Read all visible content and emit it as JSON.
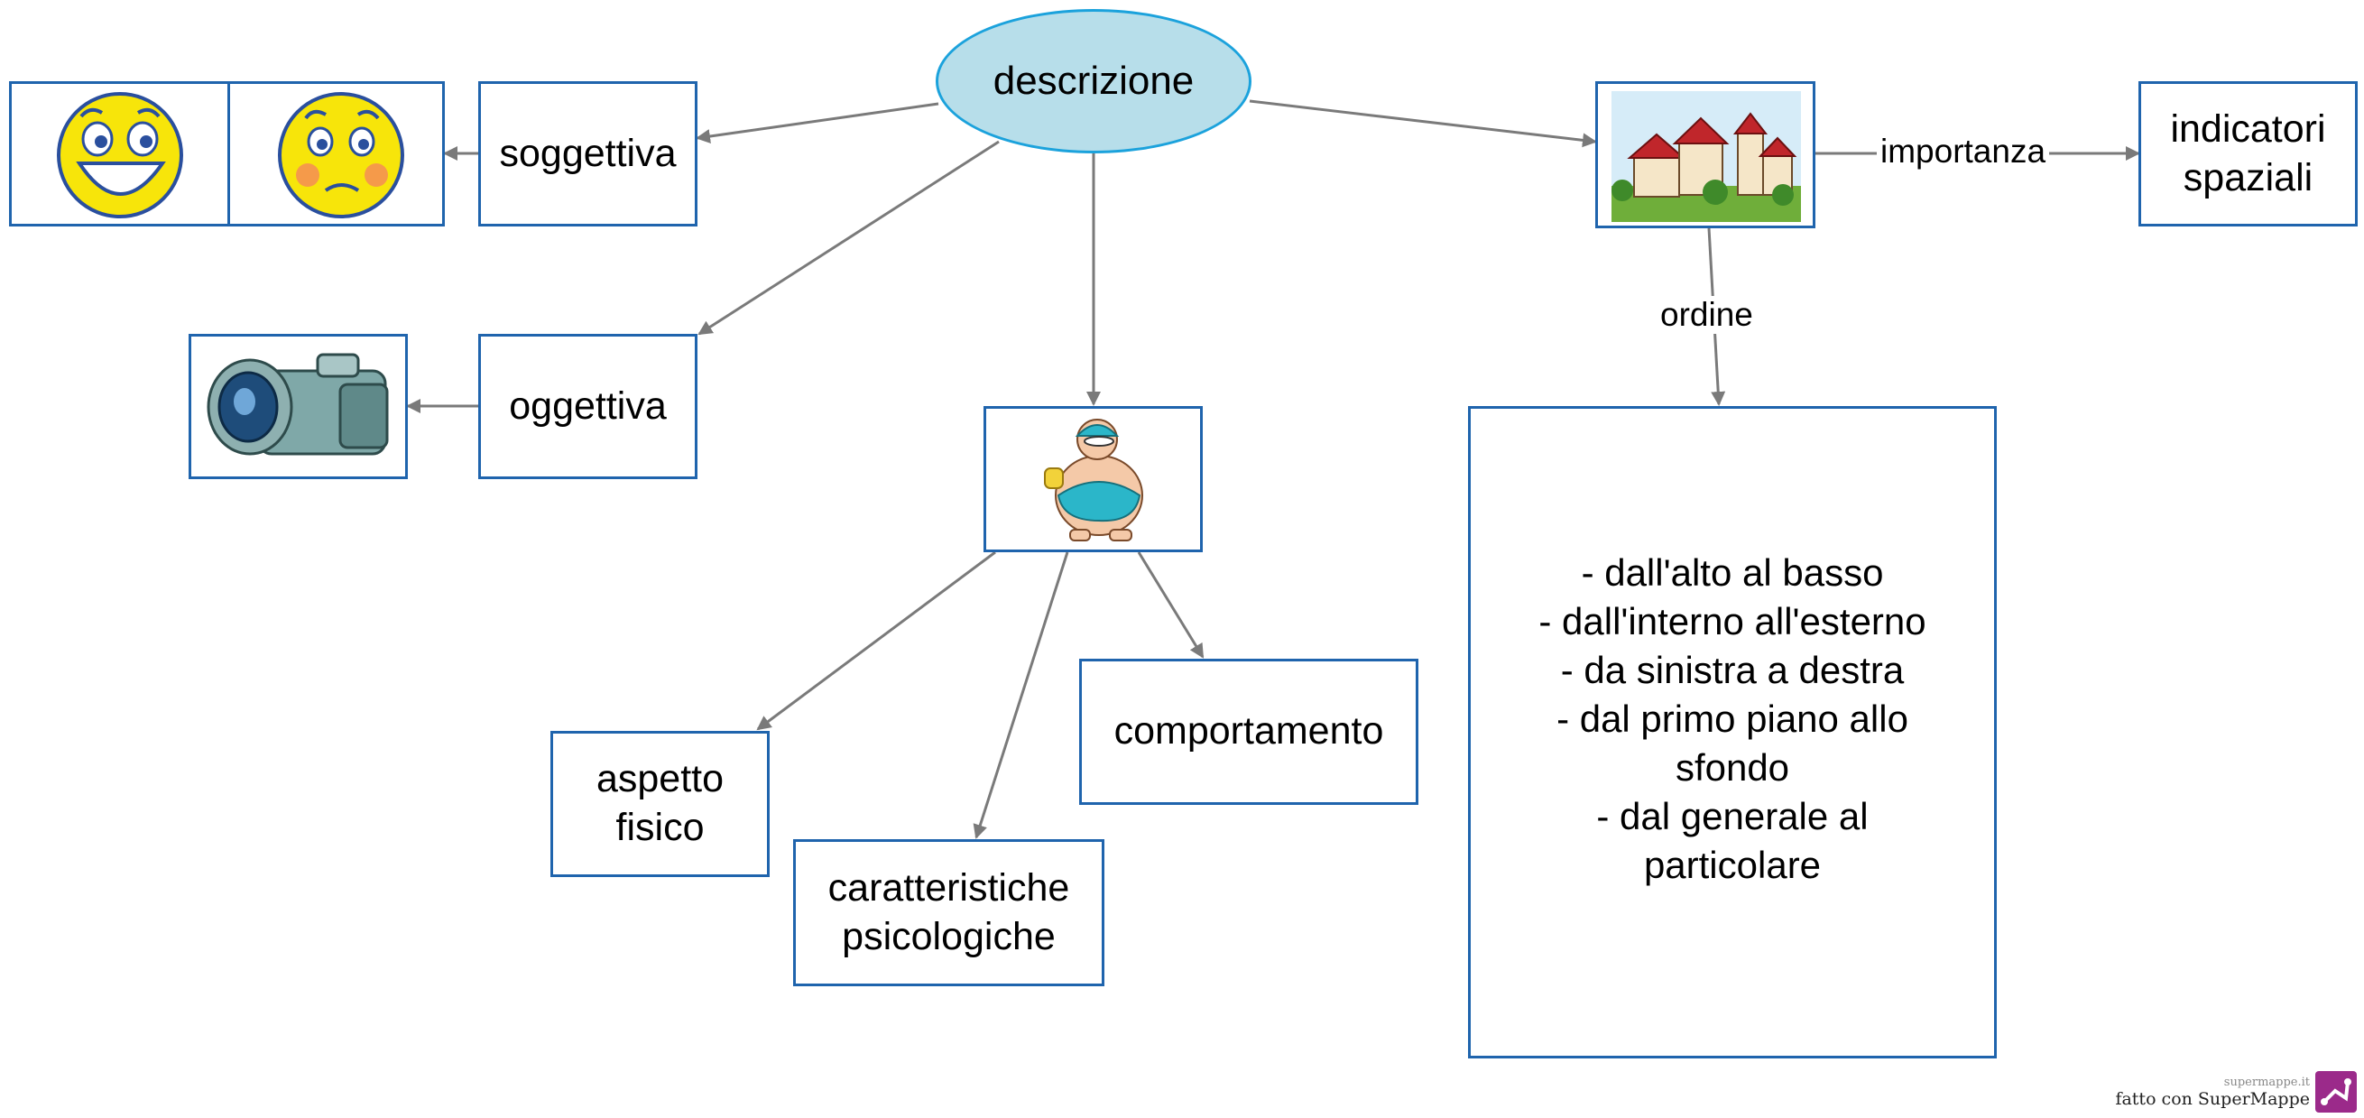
{
  "nodes": {
    "center": "descrizione",
    "soggettiva": "soggettiva",
    "oggettiva": "oggettiva",
    "aspetto_fisico": [
      "aspetto",
      "fisico"
    ],
    "caratteristiche_psicologiche": [
      "caratteristiche",
      "psicologiche"
    ],
    "comportamento": "comportamento",
    "indicatori_spaziali": [
      "indicatori",
      "spaziali"
    ],
    "ordine_list": [
      "- dall'alto al basso",
      "- dall'interno  all'esterno",
      "- da sinistra a destra",
      "- dal primo piano allo",
      "sfondo",
      "- dal generale al",
      "particolare"
    ]
  },
  "links": {
    "importanza": "importanza",
    "ordine": "ordine"
  },
  "images": {
    "happy_face": "happy-face-icon",
    "sad_face": "sad-face-icon",
    "camera": "video-camera-icon",
    "swimmer": "swimmer-cartoon-icon",
    "village": "village-houses-icon"
  },
  "footer": {
    "site": "supermappe.it",
    "credit": "fatto con SuperMappe"
  },
  "colors": {
    "border": "#1f64ad",
    "ellipse_fill": "#b7deea",
    "ellipse_border": "#1ba2dc",
    "arrow": "#7a7a7a"
  }
}
